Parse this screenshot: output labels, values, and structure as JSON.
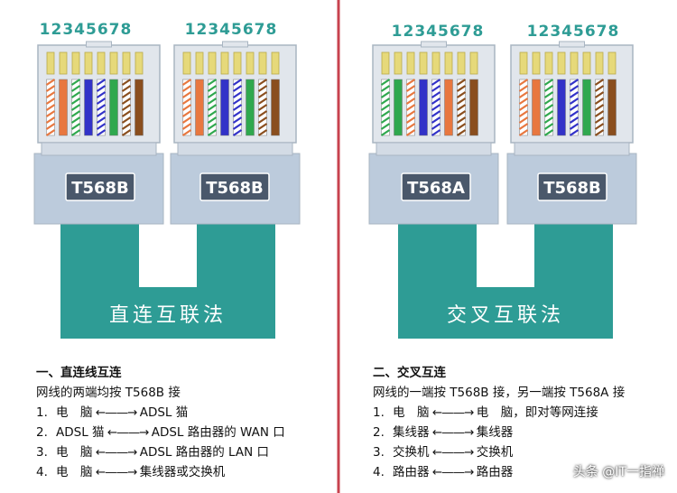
{
  "pin_numbers": "12345678",
  "colors": {
    "teal": "#2e9c95",
    "band": "#bccbdc",
    "housing": "#e1e6ec",
    "housing_edge": "#a9b5c2",
    "divider": "#c8434f",
    "label_bg": "#4a586b",
    "pin_gold": "#e6d97a",
    "orange": "#e8773f",
    "green": "#2fa84e",
    "blue": "#3232c8",
    "brown": "#8a4e1e",
    "white_stripe": "#ffffff"
  },
  "wiring": {
    "T568B": [
      "orange-white",
      "orange",
      "green-white",
      "blue",
      "blue-white",
      "green",
      "brown-white",
      "brown"
    ],
    "T568A": [
      "green-white",
      "green",
      "orange-white",
      "blue",
      "blue-white",
      "orange",
      "brown-white",
      "brown"
    ]
  },
  "left": {
    "plug1_label": "T568B",
    "plug2_label": "T568B",
    "cable_label": "直连互联法",
    "section_title": "一、直连线互连",
    "section_desc": "网线的两端均按 T568B 接",
    "rows": [
      {
        "num": "1.",
        "from": "电　脑",
        "arrow": "←——→",
        "to": "ADSL 猫"
      },
      {
        "num": "2.",
        "from": "ADSL 猫",
        "arrow": "←——→",
        "to": "ADSL 路由器的 WAN 口"
      },
      {
        "num": "3.",
        "from": "电　脑",
        "arrow": "←——→",
        "to": "ADSL 路由器的 LAN 口"
      },
      {
        "num": "4.",
        "from": "电　脑",
        "arrow": "←——→",
        "to": "集线器或交换机"
      }
    ]
  },
  "right": {
    "plug1_label": "T568A",
    "plug2_label": "T568B",
    "cable_label": "交叉互联法",
    "section_title": "二、交叉互连",
    "section_desc": "网线的一端按 T568B 接，另一端按 T568A 接",
    "rows": [
      {
        "num": "1.",
        "from": "电　脑",
        "arrow": "←——→",
        "to": "电　脑，即对等网连接"
      },
      {
        "num": "2.",
        "from": "集线器",
        "arrow": "←——→",
        "to": "集线器"
      },
      {
        "num": "3.",
        "from": "交换机",
        "arrow": "←——→",
        "to": "交换机"
      },
      {
        "num": "4.",
        "from": "路由器",
        "arrow": "←——→",
        "to": "路由器"
      }
    ]
  },
  "watermark": "头条 @IT一指禅"
}
